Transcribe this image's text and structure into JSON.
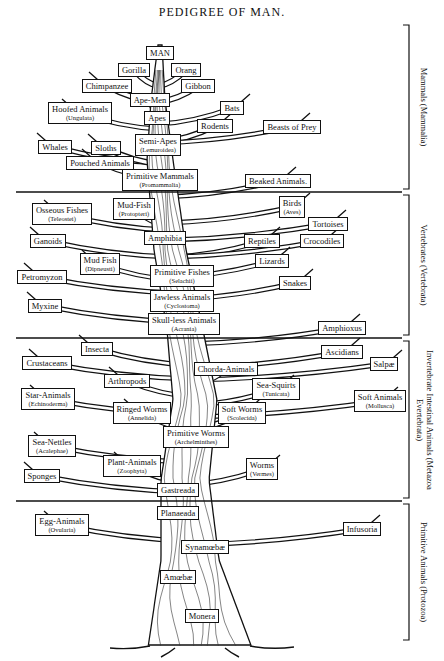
{
  "diagram": {
    "title": "PEDIGREE OF MAN.",
    "nodes": [
      {
        "text": [
          "MAN"
        ]
      },
      {
        "text": [
          "Gorilla"
        ]
      },
      {
        "text": [
          "Orang"
        ]
      },
      {
        "text": [
          "Chimpanzee"
        ]
      },
      {
        "text": [
          "Gibbon"
        ]
      },
      {
        "text": [
          "Ape-Men"
        ]
      },
      {
        "text": [
          "Bats"
        ]
      },
      {
        "text": [
          "Hoofed Animals",
          "(Ungulata)"
        ]
      },
      {
        "text": [
          "Apes"
        ]
      },
      {
        "text": [
          "Rodents"
        ]
      },
      {
        "text": [
          "Beasts of Prey"
        ]
      },
      {
        "text": [
          "Whales"
        ]
      },
      {
        "text": [
          "Sloths"
        ]
      },
      {
        "text": [
          "Semi-Apes",
          "(Lemuroidea)"
        ]
      },
      {
        "text": [
          "Pouched Animals"
        ]
      },
      {
        "text": [
          "Primitive Mammals",
          "(Promammalia)"
        ]
      },
      {
        "text": [
          "Beaked Animals."
        ]
      },
      {
        "text": [
          "Osseous Fishes",
          "(Teleostei)"
        ]
      },
      {
        "text": [
          "Mud-Fish",
          "(Protopteri)"
        ]
      },
      {
        "text": [
          "Birds",
          "(Aves)"
        ]
      },
      {
        "text": [
          "Tortoises"
        ]
      },
      {
        "text": [
          "Ganoids"
        ]
      },
      {
        "text": [
          "Amphibia"
        ]
      },
      {
        "text": [
          "Reptiles"
        ]
      },
      {
        "text": [
          "Crocodiles"
        ]
      },
      {
        "text": [
          "Mud Fish",
          "(Dipneusti)"
        ]
      },
      {
        "text": [
          "Lizards"
        ]
      },
      {
        "text": [
          "Primitive Fishes",
          "(Selachii)"
        ]
      },
      {
        "text": [
          "Petromyzon"
        ]
      },
      {
        "text": [
          "Snakes"
        ]
      },
      {
        "text": [
          "Jawless Animals",
          "(Cyclostoma)"
        ]
      },
      {
        "text": [
          "Myxine"
        ]
      },
      {
        "text": [
          "Skull-less Animals",
          "(Acrania)"
        ]
      },
      {
        "text": [
          "Amphioxus"
        ]
      },
      {
        "text": [
          "Insecta"
        ]
      },
      {
        "text": [
          "Ascidians"
        ]
      },
      {
        "text": [
          "Salpæ"
        ]
      },
      {
        "text": [
          "Crustaceans"
        ]
      },
      {
        "text": [
          "Chorda-Animals"
        ]
      },
      {
        "text": [
          "Arthropods"
        ]
      },
      {
        "text": [
          "Sea-Squirts",
          "(Tunicata)"
        ]
      },
      {
        "text": [
          "Star-Animals",
          "(Echinoderma)"
        ]
      },
      {
        "text": [
          "Soft Animals",
          "(Mollusca)"
        ]
      },
      {
        "text": [
          "Ringed Worms",
          "(Annelida)"
        ]
      },
      {
        "text": [
          "Soft Worms",
          "(Scolecida)"
        ]
      },
      {
        "text": [
          "Primitive Worms",
          "(Archelminthes)"
        ]
      },
      {
        "text": [
          "Sea-Nettles",
          "(Acalephae)"
        ]
      },
      {
        "text": [
          "Plant-Animals",
          "(Zoophyta)"
        ]
      },
      {
        "text": [
          "Worms",
          "(Vermes)"
        ]
      },
      {
        "text": [
          "Sponges"
        ]
      },
      {
        "text": [
          "Gastreada"
        ]
      },
      {
        "text": [
          "Egg-Animals",
          "(Ovularia)"
        ]
      },
      {
        "text": [
          "Planaeada"
        ]
      },
      {
        "text": [
          "Infusoria"
        ]
      },
      {
        "text": [
          "Synamœbæ"
        ]
      },
      {
        "text": [
          "Amœbæ"
        ]
      },
      {
        "text": [
          "Monera"
        ]
      }
    ],
    "labels": [
      "Mammals (Mammalia)",
      "Vertebrates (Vertebrata)",
      "Invertebrate Intestinal Animals (Metazoa Evertebrata)",
      "Primitive Animals (Protozoa)"
    ]
  }
}
